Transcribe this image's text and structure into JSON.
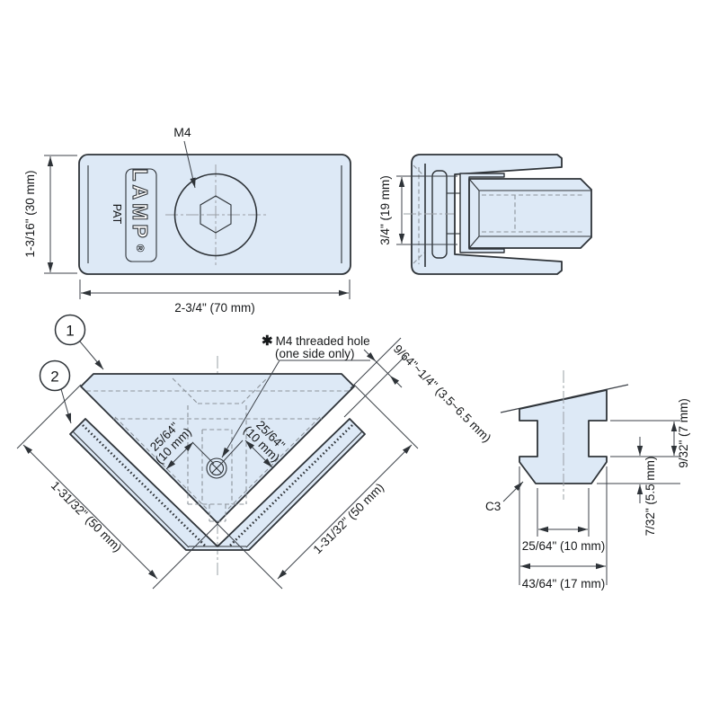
{
  "drawing": {
    "brand": {
      "logo": "LAMP",
      "registered": "®",
      "patent": "PAT"
    },
    "colors": {
      "part_fill": "#dde9f6",
      "outline": "#2e3338",
      "hidden_line": "#8d949b",
      "text": "#16181a"
    },
    "top_view": {
      "hole_label": "M4",
      "height_dim": "1-3/16\" (30 mm)",
      "width_dim": "2-3/4\" (70 mm)"
    },
    "side_view": {
      "height_dim": "3/4\" (19 mm)"
    },
    "corner_view": {
      "callout_1": "1",
      "callout_2": "2",
      "note_star": "✱",
      "note_line1": "M4 threaded hole",
      "note_line2": "(one side only)",
      "hole_offset_left_line1": "25/64\"",
      "hole_offset_left_line2": "(10 mm)",
      "hole_offset_right_line1": "25/64\"",
      "hole_offset_right_line2": "(10 mm)",
      "arm_length_left": "1-31/32\" (50 mm)",
      "arm_length_right": "1-31/32\" (50 mm)",
      "panel_gap_dim": "9/64\"~1/4\" (3.5~6.5 mm)"
    },
    "section_view": {
      "chamfer_label": "C3",
      "flange_height_dim": "9/32\" (7 mm)",
      "foot_height_dim": "7/32\" (5.5 mm)",
      "slot_width_dim": "25/64\" (10 mm)",
      "overall_width_dim": "43/64\" (17 mm)"
    }
  }
}
